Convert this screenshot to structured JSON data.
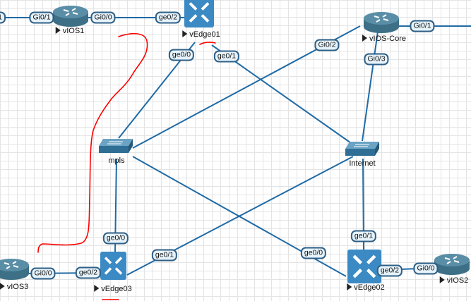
{
  "colors": {
    "link": "#1f6aa5",
    "edge_device": "#3b8ac4",
    "annotation": "#ff0000"
  },
  "nodes": {
    "vios1": {
      "label": "vIOS1",
      "icon": "router-icon"
    },
    "vedge01": {
      "label": "vEdge01",
      "icon": "vedge-icon"
    },
    "vios_core": {
      "label": "vIOS-Core",
      "icon": "router-icon"
    },
    "mpls": {
      "label": "mpls",
      "icon": "switch-icon"
    },
    "internet": {
      "label": "Internet",
      "icon": "switch-icon"
    },
    "vios3": {
      "label": "vIOS3",
      "icon": "router-icon"
    },
    "vedge03": {
      "label": "vEdge03",
      "icon": "vedge-icon"
    },
    "vedge02": {
      "label": "vEdge02",
      "icon": "vedge-icon"
    },
    "vios2": {
      "label": "vIOS2",
      "icon": "router-icon"
    }
  },
  "ports": {
    "offscreen_left": "1",
    "vios1_gi01": "Gi0/1",
    "vios1_gi00": "Gi0/0",
    "vedge01_ge02": "ge0/2",
    "vedge01_ge00": "ge0/0",
    "vedge01_ge01": "ge0/1",
    "core_gi01": "Gi0/1",
    "core_gi02": "Gi0/2",
    "core_gi03": "Gi0/3",
    "vedge03_ge00": "ge0/0",
    "vedge03_ge02": "ge0/2",
    "vedge03_ge01": "ge0/1",
    "vios3_gi00": "Gi0/0",
    "vedge02_ge01": "ge0/1",
    "vedge02_ge00": "ge0/0",
    "vedge02_ge02": "ge0/2",
    "vios2_gi00": "Gi0/0"
  }
}
